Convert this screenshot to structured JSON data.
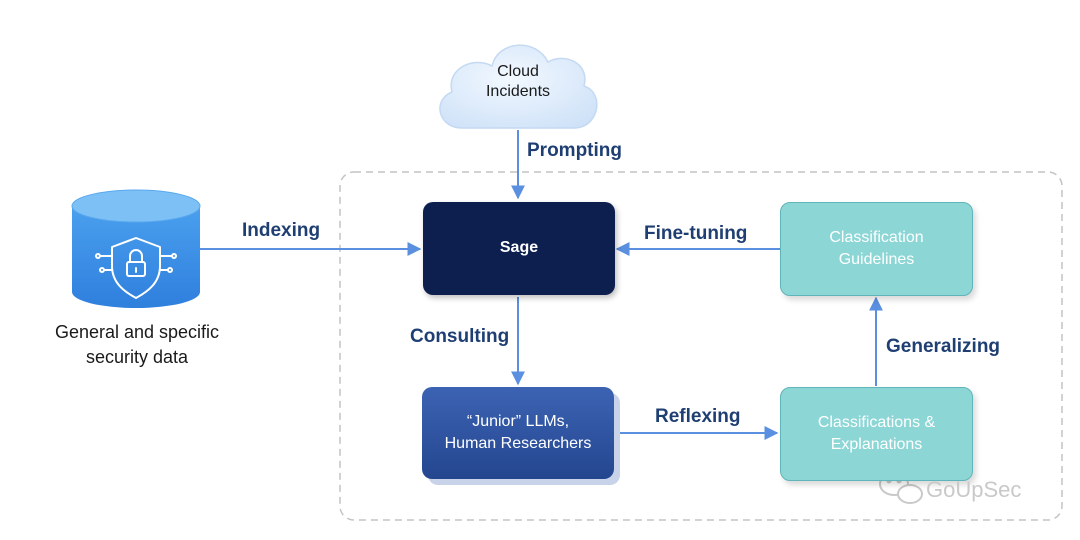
{
  "nodes": {
    "cloud": {
      "label_line1": "Cloud",
      "label_line2": "Incidents"
    },
    "data_source": {
      "label_line1": "General and specific",
      "label_line2": "security data",
      "icon": "lock-shield-icon"
    },
    "sage": {
      "label": "Sage"
    },
    "junior": {
      "label_line1": "“Junior” LLMs,",
      "label_line2": "Human Researchers"
    },
    "guidelines": {
      "label_line1": "Classification",
      "label_line2": "Guidelines"
    },
    "classifications": {
      "label_line1": "Classifications  &",
      "label_line2": "Explanations"
    }
  },
  "edges": {
    "prompting": "Prompting",
    "indexing": "Indexing",
    "fine_tuning": "Fine-tuning",
    "consulting": "Consulting",
    "reflexing": "Reflexing",
    "generalizing": "Generalizing"
  },
  "watermark": {
    "text": "GoUpSec",
    "icon": "wechat-icon"
  },
  "colors": {
    "arrow": "#5b8fe0",
    "sage_box": "#0d1f4f",
    "junior_box": "#2e55a6",
    "teal_box": "#8cd6d6",
    "edge_label": "#1f3f73"
  }
}
